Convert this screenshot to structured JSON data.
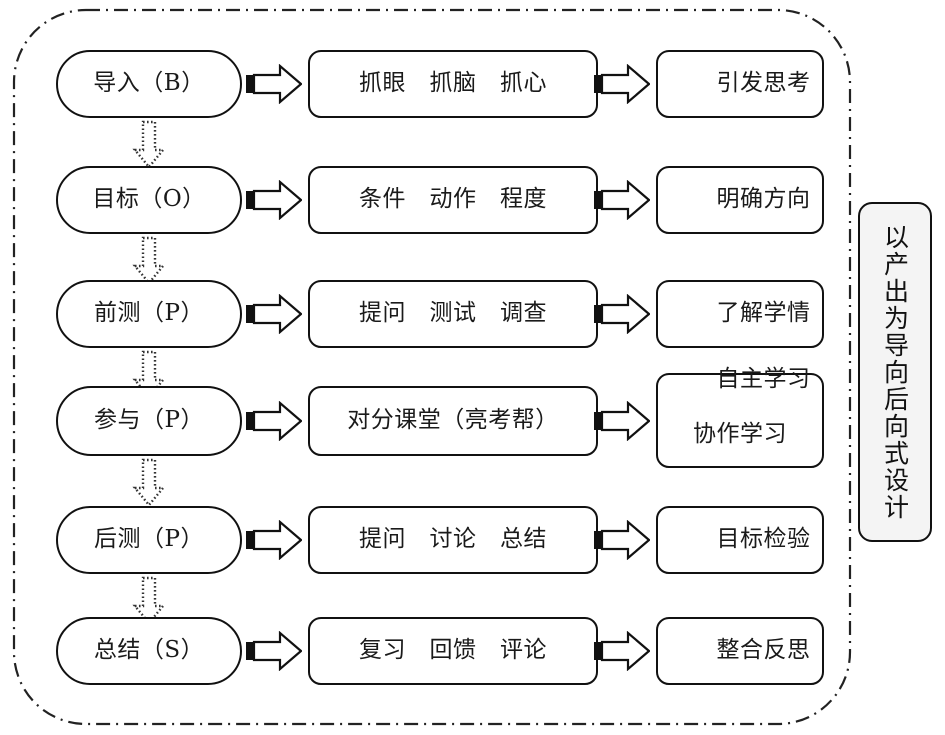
{
  "diagram": {
    "title": "BOPPPS 教学设计流程图",
    "frame": {
      "style": "dash-dot rounded rectangle",
      "color": "#222222"
    },
    "side_label": {
      "text": "以产出为导向后向式设计",
      "fill": "#f4f4f4",
      "border": "#111111"
    },
    "colors": {
      "stroke": "#111111",
      "box_fill": "#ffffff",
      "side_fill": "#f4f4f4",
      "dotted": "#444444"
    },
    "rows": [
      {
        "stage": "导入（B）",
        "method": "抓眼　抓脑　抓心",
        "outcome_line1": "引发思考",
        "outcome_line2": ""
      },
      {
        "stage": "目标（O）",
        "method": "条件　动作　程度",
        "outcome_line1": "明确方向",
        "outcome_line2": ""
      },
      {
        "stage": "前测（P）",
        "method": "提问　测试　调查",
        "outcome_line1": "了解学情",
        "outcome_line2": ""
      },
      {
        "stage": "参与（P）",
        "method": "对分课堂（亮考帮）",
        "outcome_line1": "自主学习",
        "outcome_line2": "协作学习"
      },
      {
        "stage": "后测（P）",
        "method": "提问　讨论　总结",
        "outcome_line1": "目标检验",
        "outcome_line2": ""
      },
      {
        "stage": "总结（S）",
        "method": "复习　回馈　评论",
        "outcome_line1": "整合反思",
        "outcome_line2": ""
      }
    ],
    "connectors": {
      "horizontal_arrow": "block-arrow-right-icon",
      "vertical_arrow": "dotted-block-arrow-down-icon"
    }
  }
}
